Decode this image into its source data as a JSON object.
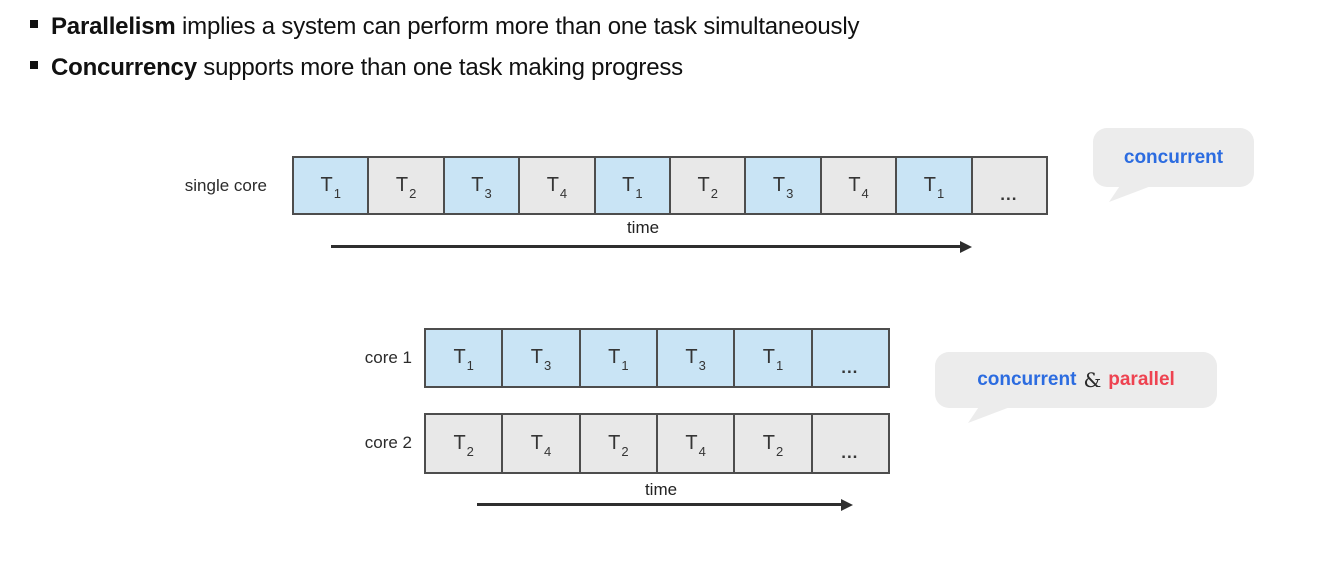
{
  "bullets": [
    {
      "lead": "Parallelism",
      "rest": " implies a system can perform more than one task simultaneously"
    },
    {
      "lead": "Concurrency",
      "rest": " supports more than one task making progress"
    }
  ],
  "diagram": {
    "single_core": {
      "label": "single core",
      "time_label": "time",
      "cells": [
        {
          "t": "T",
          "sub": "1",
          "variant": "blue",
          "kind": "task"
        },
        {
          "t": "T",
          "sub": "2",
          "variant": "gray",
          "kind": "task"
        },
        {
          "t": "T",
          "sub": "3",
          "variant": "blue",
          "kind": "task"
        },
        {
          "t": "T",
          "sub": "4",
          "variant": "gray",
          "kind": "task"
        },
        {
          "t": "T",
          "sub": "1",
          "variant": "blue",
          "kind": "task"
        },
        {
          "t": "T",
          "sub": "2",
          "variant": "gray",
          "kind": "task"
        },
        {
          "t": "T",
          "sub": "3",
          "variant": "blue",
          "kind": "task"
        },
        {
          "t": "T",
          "sub": "4",
          "variant": "gray",
          "kind": "task"
        },
        {
          "t": "T",
          "sub": "1",
          "variant": "blue",
          "kind": "task"
        },
        {
          "t": "...",
          "sub": "",
          "variant": "gray",
          "kind": "ellipsis"
        }
      ]
    },
    "core1": {
      "label": "core 1",
      "cells": [
        {
          "t": "T",
          "sub": "1",
          "variant": "blue",
          "kind": "task"
        },
        {
          "t": "T",
          "sub": "3",
          "variant": "blue",
          "kind": "task"
        },
        {
          "t": "T",
          "sub": "1",
          "variant": "blue",
          "kind": "task"
        },
        {
          "t": "T",
          "sub": "3",
          "variant": "blue",
          "kind": "task"
        },
        {
          "t": "T",
          "sub": "1",
          "variant": "blue",
          "kind": "task"
        },
        {
          "t": "...",
          "sub": "",
          "variant": "blue",
          "kind": "ellipsis"
        }
      ]
    },
    "core2": {
      "label": "core 2",
      "time_label": "time",
      "cells": [
        {
          "t": "T",
          "sub": "2",
          "variant": "gray",
          "kind": "task"
        },
        {
          "t": "T",
          "sub": "4",
          "variant": "gray",
          "kind": "task"
        },
        {
          "t": "T",
          "sub": "2",
          "variant": "gray",
          "kind": "task"
        },
        {
          "t": "T",
          "sub": "4",
          "variant": "gray",
          "kind": "task"
        },
        {
          "t": "T",
          "sub": "2",
          "variant": "gray",
          "kind": "task"
        },
        {
          "t": "...",
          "sub": "",
          "variant": "gray",
          "kind": "ellipsis"
        }
      ]
    },
    "bubble1": {
      "text": "concurrent"
    },
    "bubble2": {
      "part1": "concurrent",
      "amp": "&",
      "part2": "parallel"
    }
  },
  "colors": {
    "cell_blue": "#c9e4f5",
    "cell_gray": "#e8e8e8",
    "cell_border": "#4d4d4d",
    "bubble_bg": "#ececec",
    "concurrent_blue": "#2c6ce0",
    "parallel_red": "#ee4351"
  }
}
